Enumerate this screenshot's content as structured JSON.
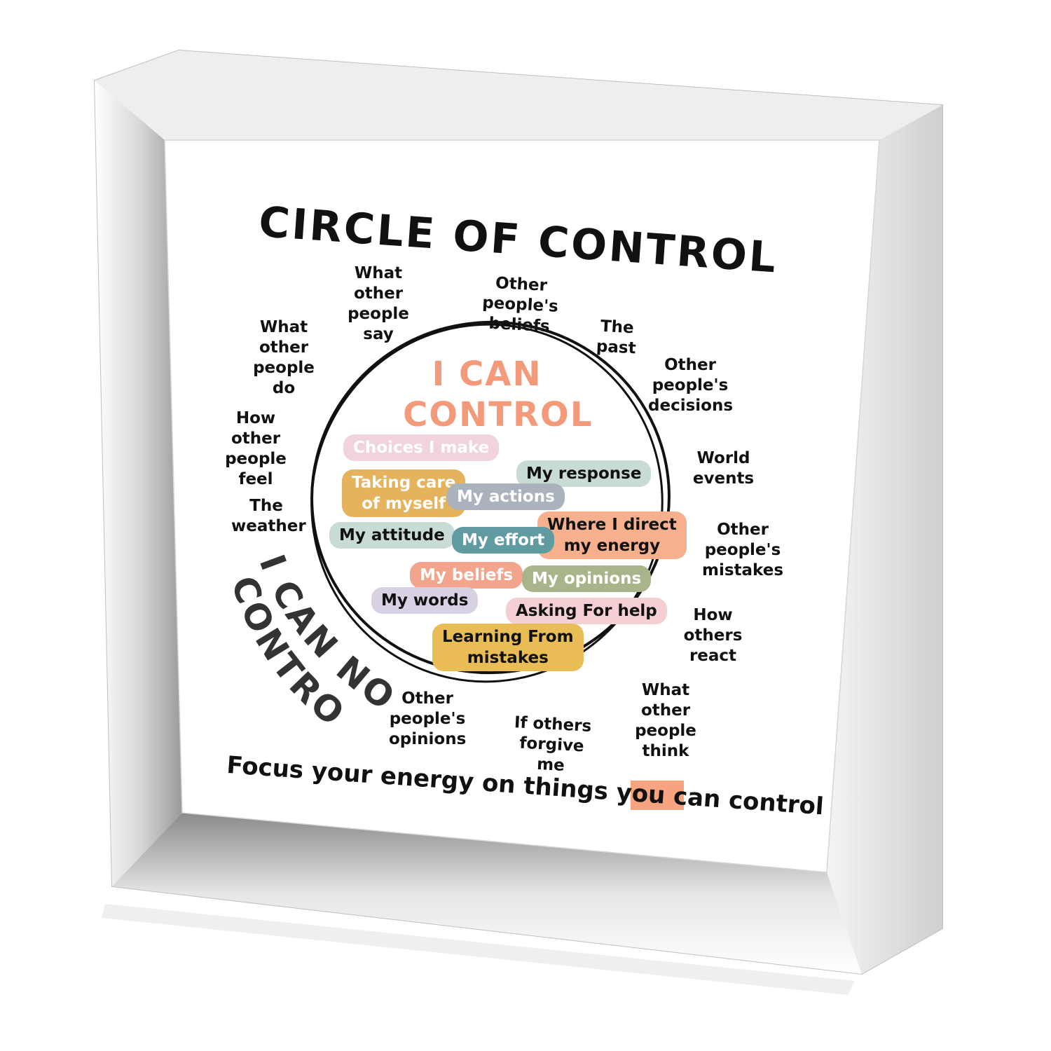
{
  "title": "CIRCLE OF CONTROL",
  "inner_title": "I CAN\nCONTROL",
  "outer_title": "I CAN NOT CONTROL",
  "footer": "Focus your energy on things you can control",
  "outside_items": [
    "What\nother\npeople say",
    "Other people's\nbeliefs",
    "The past",
    "What\nother\npeople do",
    "Other\npeople's\ndecisions",
    "How other\npeople\nfeel",
    "World\nevents",
    "The\nweather",
    "Other\npeople's\nmistakes",
    "How\nothers\nreact",
    "What\nother\npeople think",
    "Other\npeople's\nopinions",
    "If others\nforgive me"
  ],
  "inside_items": [
    {
      "text": "Choices I make",
      "color": "#f1d3dc",
      "text_color": "#ffffff"
    },
    {
      "text": "Taking care\nof myself",
      "color": "#e5b25d",
      "text_color": "#ffffff"
    },
    {
      "text": "My response",
      "color": "#c8dcd4",
      "text_color": "#111111"
    },
    {
      "text": "My actions",
      "color": "#a9b2bd",
      "text_color": "#ffffff"
    },
    {
      "text": "Where I direct\nmy energy",
      "color": "#f6b08e",
      "text_color": "#111111"
    },
    {
      "text": "My attitude",
      "color": "#c9dbd6",
      "text_color": "#111111"
    },
    {
      "text": "My effort",
      "color": "#5f9ba0",
      "text_color": "#ffffff"
    },
    {
      "text": "My beliefs",
      "color": "#f3a48d",
      "text_color": "#ffffff"
    },
    {
      "text": "My opinions",
      "color": "#a9b48a",
      "text_color": "#ffffff"
    },
    {
      "text": "My words",
      "color": "#d8d0e3",
      "text_color": "#111111"
    },
    {
      "text": "Asking For help",
      "color": "#f5cfd3",
      "text_color": "#111111"
    },
    {
      "text": "Learning From\nmistakes",
      "color": "#e9bc55",
      "text_color": "#111111"
    }
  ],
  "highlight_color": "#f6a47f",
  "accent_color": "#f39a7a"
}
